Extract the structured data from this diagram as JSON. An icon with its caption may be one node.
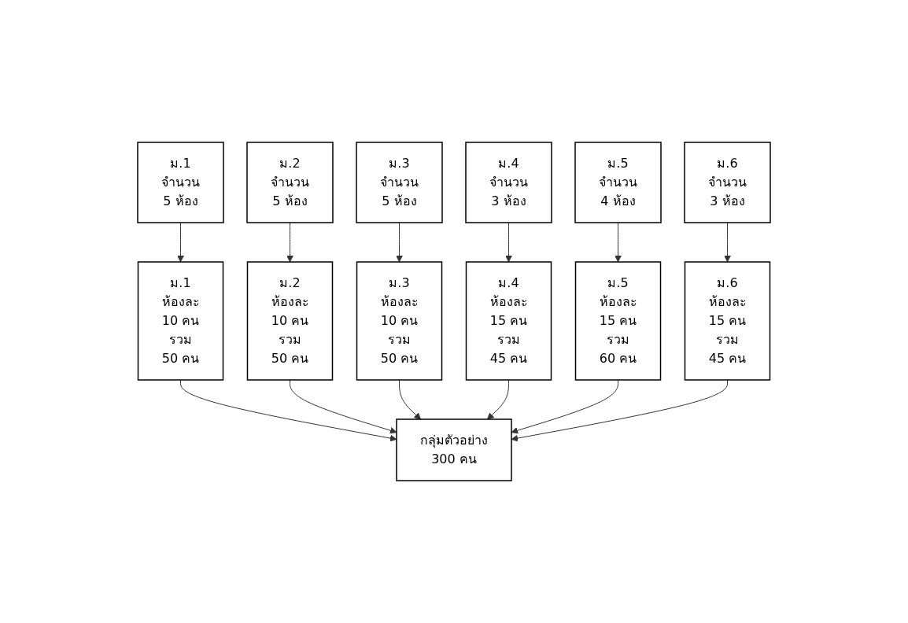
{
  "diagram": {
    "nodes": [
      {
        "text": [
          "ม.1",
          "จำนวน",
          "5 ห้อง"
        ]
      },
      {
        "text": [
          "ม.2",
          "จำนวน",
          "5 ห้อง"
        ]
      },
      {
        "text": [
          "ม.3",
          "จำนวน",
          "5 ห้อง"
        ]
      },
      {
        "text": [
          "ม.4",
          "จำนวน",
          "3 ห้อง"
        ]
      },
      {
        "text": [
          "ม.5",
          "จำนวน",
          "4 ห้อง"
        ]
      },
      {
        "text": [
          "ม.6",
          "จำนวน",
          "3 ห้อง"
        ]
      },
      {
        "text": [
          "ม.1",
          "ห้องละ",
          "10 คน",
          "รวม",
          "50 คน"
        ]
      },
      {
        "text": [
          "ม.2",
          "ห้องละ",
          "10 คน",
          "รวม",
          "50 คน"
        ]
      },
      {
        "text": [
          "ม.3",
          "ห้องละ",
          "10 คน",
          "รวม",
          "50 คน"
        ]
      },
      {
        "text": [
          "ม.4",
          "ห้องละ",
          "15 คน",
          "รวม",
          "45 คน"
        ]
      },
      {
        "text": [
          "ม.5",
          "ห้องละ",
          "15 คน",
          "รวม",
          "60 คน"
        ]
      },
      {
        "text": [
          "ม.6",
          "ห้องละ",
          "15 คน",
          "รวม",
          "45 คน"
        ]
      },
      {
        "text": [
          "กลุ่มตัวอย่าง",
          "300 คน"
        ]
      }
    ],
    "edges": [
      {
        "from": 0,
        "to": 6,
        "arrow": "to"
      },
      {
        "from": 1,
        "to": 7,
        "arrow": "to"
      },
      {
        "from": 2,
        "to": 8,
        "arrow": "to"
      },
      {
        "from": 3,
        "to": 9,
        "arrow": "to"
      },
      {
        "from": 4,
        "to": 10,
        "arrow": "to"
      },
      {
        "from": 5,
        "to": 11,
        "arrow": "to"
      },
      {
        "from": 6,
        "to": 12,
        "arrow": "to"
      },
      {
        "from": 7,
        "to": 12,
        "arrow": "to"
      },
      {
        "from": 8,
        "to": 12,
        "arrow": "to"
      },
      {
        "from": 9,
        "to": 12,
        "arrow": "to"
      },
      {
        "from": 10,
        "to": 12,
        "arrow": "to"
      },
      {
        "from": 11,
        "to": 12,
        "arrow": "to"
      }
    ]
  }
}
